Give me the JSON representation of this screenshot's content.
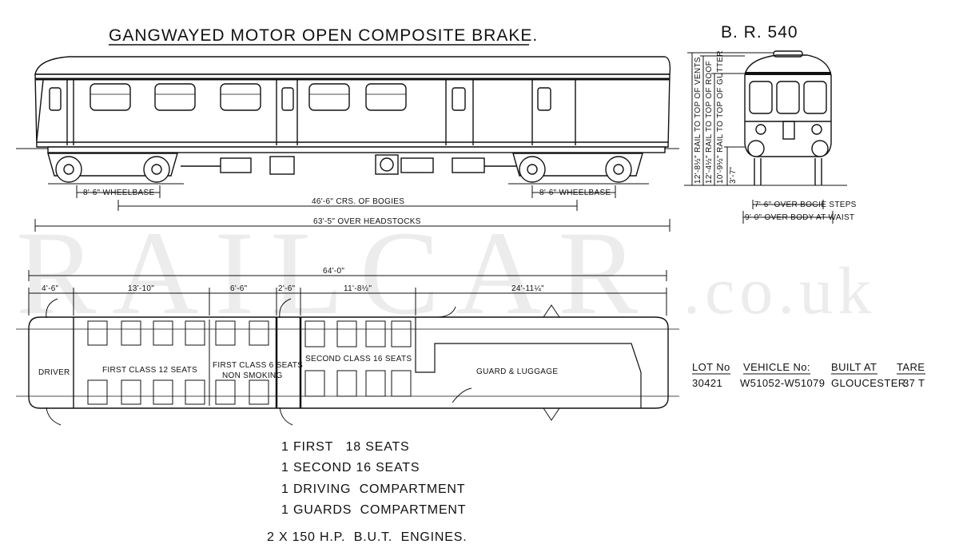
{
  "title": "GANGWAYED MOTOR OPEN COMPOSITE BRAKE.",
  "diagram_code": "B. R. 540",
  "watermark": {
    "main": "RAILCAR",
    "suffix": ".co.uk"
  },
  "side_elevation": {
    "wheelbase_left": "8'-6\" WHEELBASE",
    "wheelbase_right": "8'-6\" WHEELBASE",
    "bogie_centres": "46'-6\" CRS. OF BOGIES",
    "over_headstocks": "63'-5\" OVER HEADSTOCKS"
  },
  "end_elevation": {
    "height_vents": "12'-8½\" RAIL TO TOP OF VENTS",
    "height_roof": "12'-4½\" RAIL TO TOP OF ROOF",
    "height_gutter": "10'-9½\" RAIL TO TOP OF GUTTER",
    "height_floor": "3'-7\"",
    "width_steps": "7'-6\" OVER BOGIE STEPS",
    "width_body": "9'-0\" OVER BODY AT WAIST"
  },
  "plan": {
    "overall_length": "64'-0\"",
    "dim_driver": "4'-6\"",
    "dim_first": "13'-10\"",
    "dim_first_nonsmoking": "6'-6\"",
    "dim_vestibule": "2'-6\"",
    "dim_second": "11'-8½\"",
    "dim_guard": "24'-11¼\"",
    "label_driver": "DRIVER",
    "label_first": "FIRST CLASS 12 SEATS",
    "label_first_ns_1": "FIRST CLASS 6 SEATS",
    "label_first_ns_2": "NON SMOKING",
    "label_second": "SECOND CLASS 16 SEATS",
    "label_guard": "GUARD & LUGGAGE"
  },
  "vehicle_table": {
    "headers": [
      "LOT No",
      "VEHICLE No:",
      "BUILT AT",
      "TARE"
    ],
    "row": [
      "30421",
      "W51052-W51079",
      "GLOUCESTER",
      "37 T"
    ]
  },
  "summary": [
    "1 FIRST   18 SEATS",
    "1 SECOND 16 SEATS",
    "1 DRIVING  COMPARTMENT",
    "1 GUARDS  COMPARTMENT",
    "2 X 150 H.P.  B.U.T.  ENGINES."
  ]
}
